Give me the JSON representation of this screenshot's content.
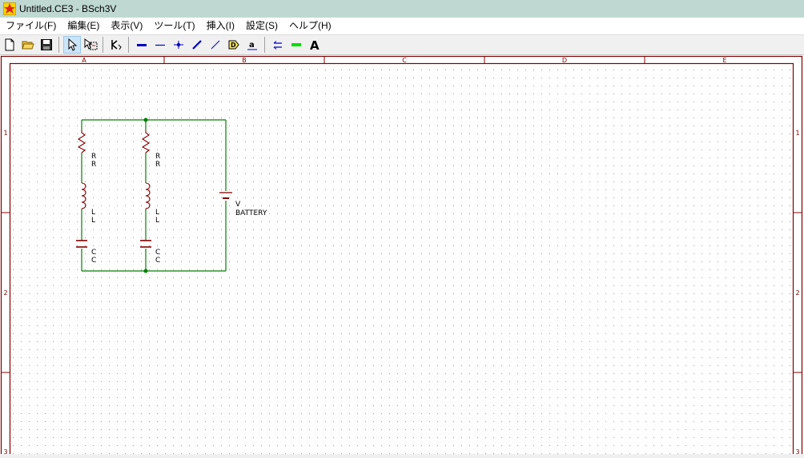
{
  "window": {
    "title": "Untitled.CE3 - BSch3V"
  },
  "menu": [
    "ファイル(F)",
    "編集(E)",
    "表示(V)",
    "ツール(T)",
    "挿入(I)",
    "設定(S)",
    "ヘルプ(H)"
  ],
  "toolbar": {
    "groups": [
      [
        "new-file-icon",
        "open-folder-icon",
        "save-icon"
      ],
      [
        "select-pointer-icon",
        "drag-select-icon"
      ],
      [
        "component-icon"
      ],
      [
        "bus-icon",
        "wire-icon",
        "junction-icon",
        "bus-entry-icon",
        "wire-entry-icon",
        "tag-icon",
        "label-icon"
      ],
      [
        "comment-line-icon",
        "green-marker-icon",
        "text-icon"
      ]
    ],
    "active": "select-pointer-icon"
  },
  "sheet": {
    "columns": [
      "A",
      "B",
      "C",
      "D",
      "E"
    ],
    "rows": [
      "1",
      "2",
      "3"
    ],
    "frame_color": "#800000",
    "grid_color": "#808080"
  },
  "schematic": {
    "wire_color": "#008000",
    "part_color": "#800000",
    "label_color": "#000000",
    "parts": [
      {
        "kind": "resistor",
        "ref": "R",
        "value": "R"
      },
      {
        "kind": "inductor",
        "ref": "L",
        "value": "L"
      },
      {
        "kind": "capacitor",
        "ref": "C",
        "value": "C"
      },
      {
        "kind": "resistor",
        "ref": "R",
        "value": "R"
      },
      {
        "kind": "inductor",
        "ref": "L",
        "value": "L"
      },
      {
        "kind": "capacitor",
        "ref": "C",
        "value": "C"
      },
      {
        "kind": "battery",
        "ref": "V",
        "value": "BATTERY"
      }
    ]
  }
}
